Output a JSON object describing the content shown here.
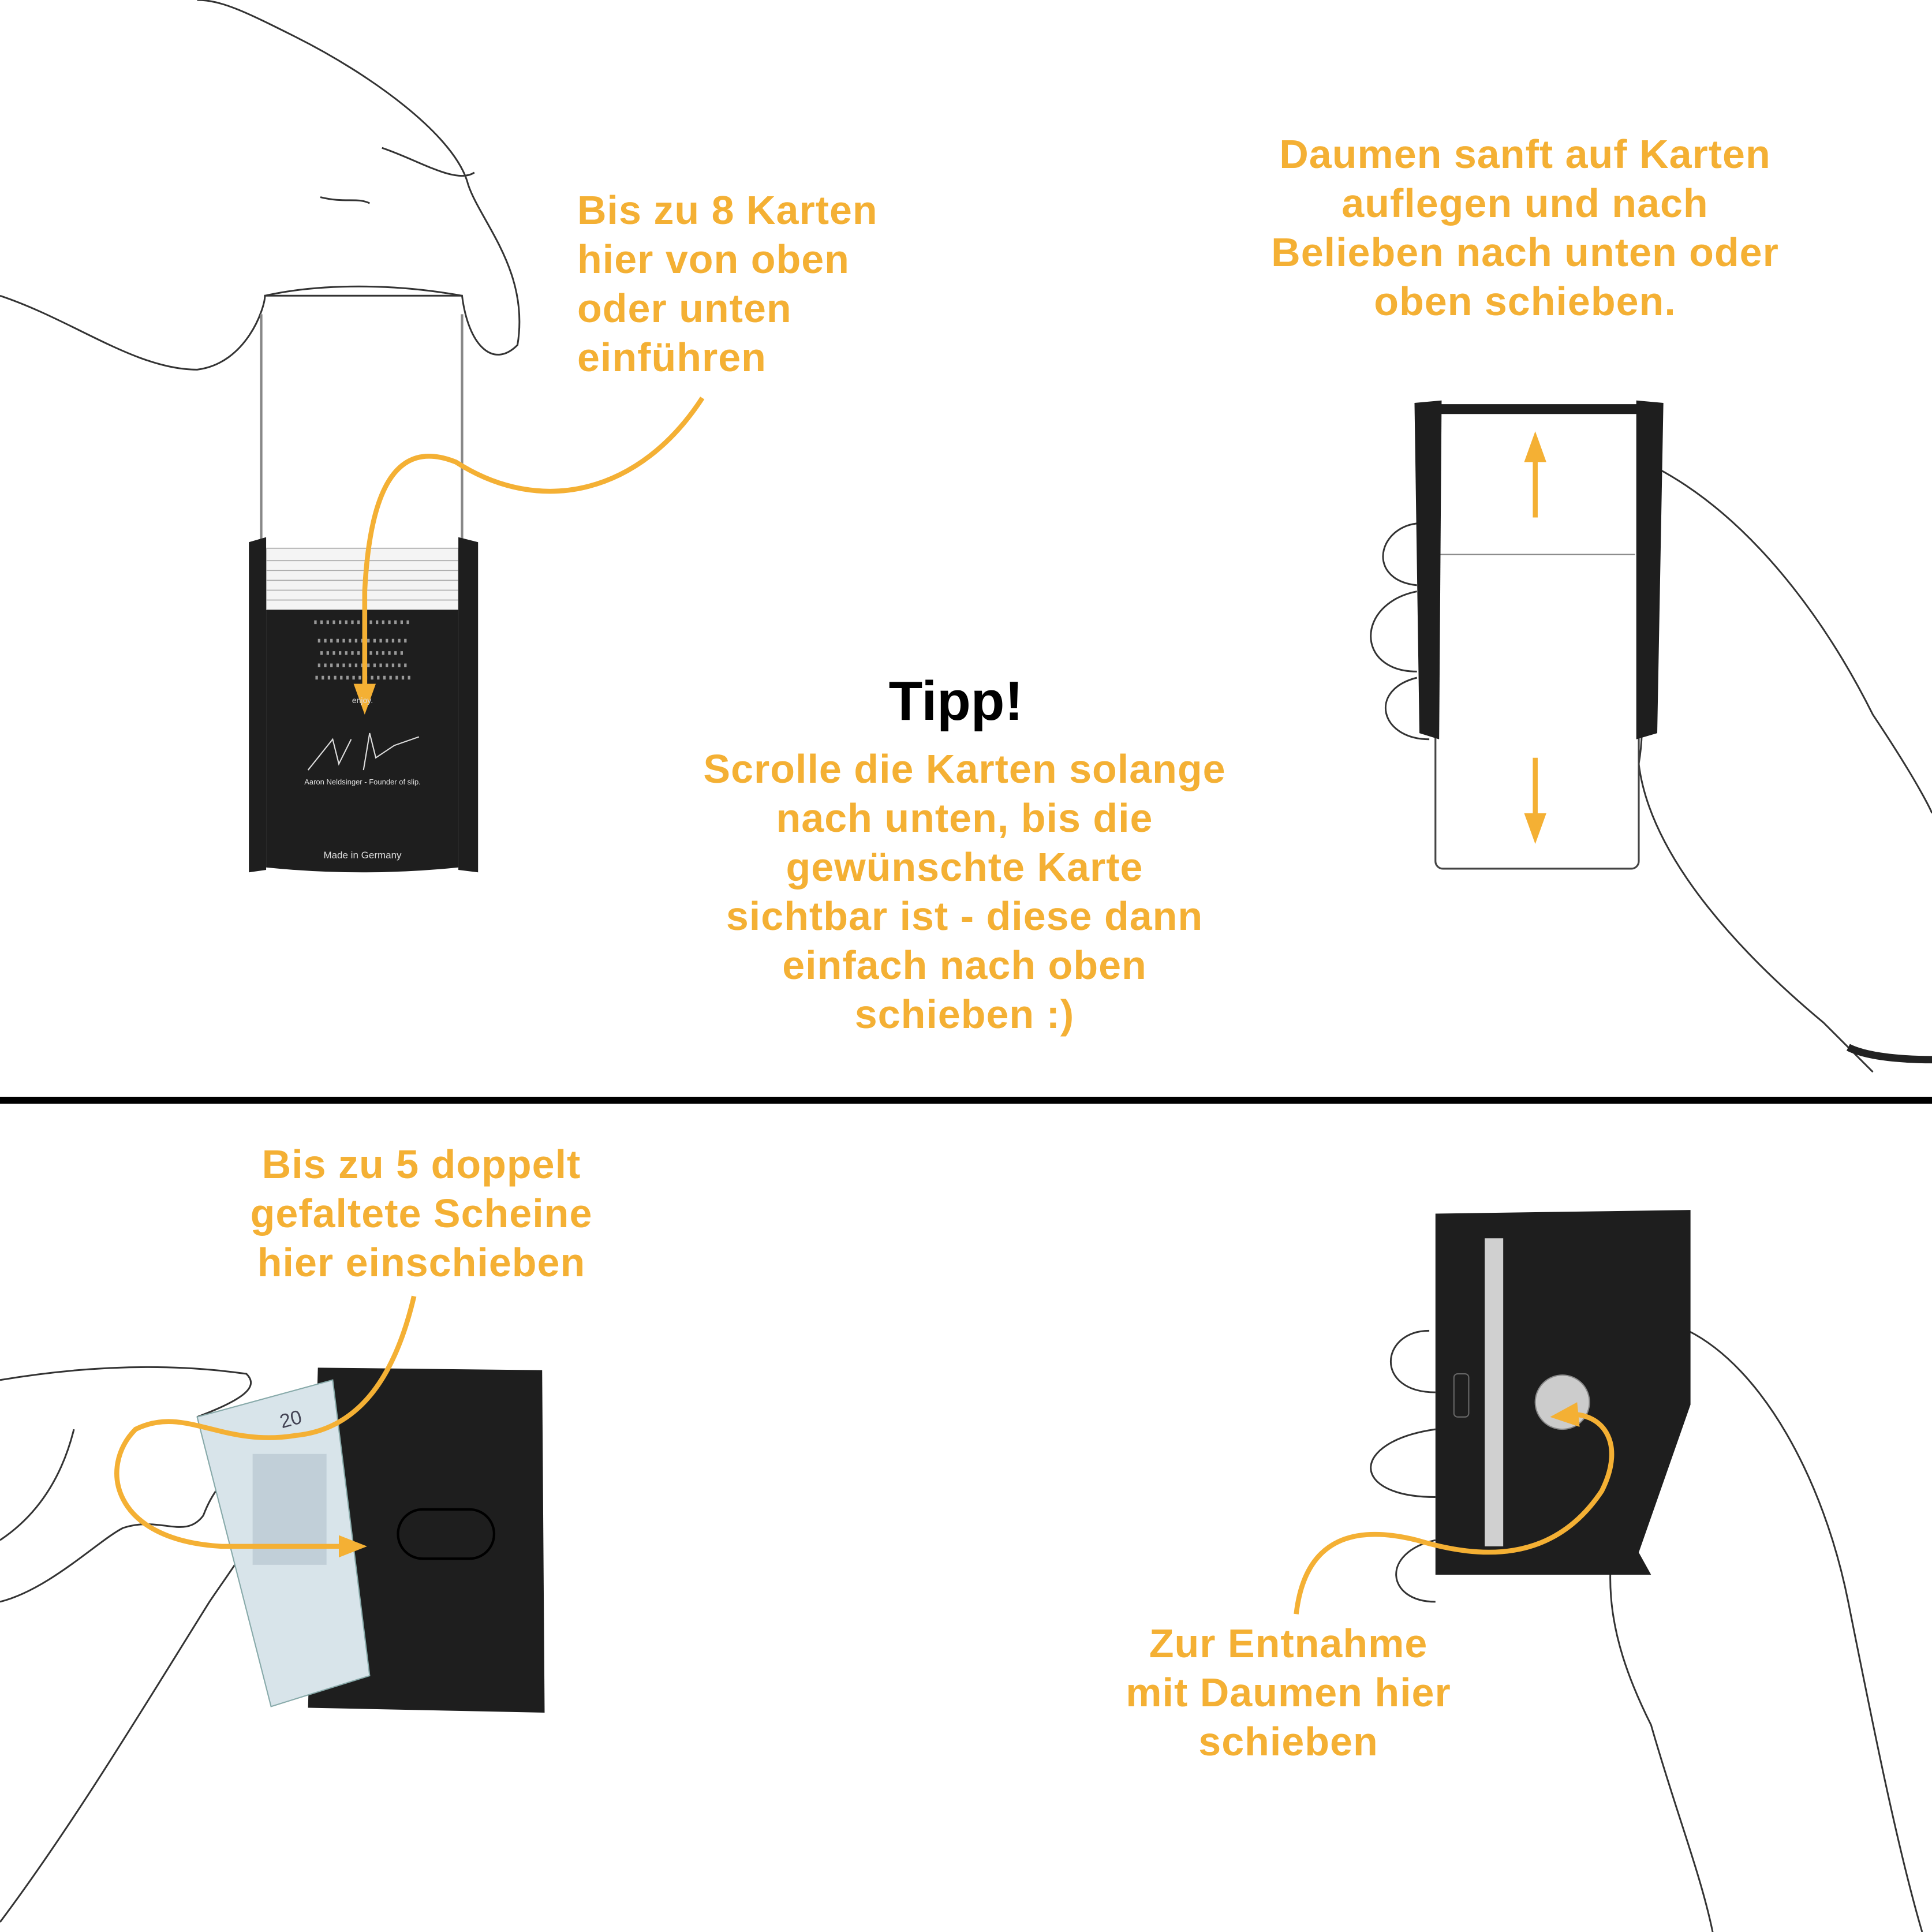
{
  "colors": {
    "accent": "#F4B034",
    "wallet": "#1e1e1e",
    "text": "#000000"
  },
  "step_cards_insert": {
    "lines": [
      "Bis zu 8 Karten",
      "hier von oben",
      "oder unten",
      "einführen"
    ]
  },
  "step_thumb_scroll": {
    "lines": [
      "Daumen sanft auf Karten",
      "auflegen und nach",
      "Belieben nach unten oder",
      "oben schieben."
    ]
  },
  "tip": {
    "title": "Tipp!",
    "lines": [
      "Scrolle die Karten solange",
      "nach unten, bis die",
      "gewünschte Karte",
      "sichtbar ist - diese dann",
      "einfach nach oben",
      "schieben :)"
    ]
  },
  "step_bills": {
    "lines": [
      "Bis zu 5 doppelt",
      "gefaltete Scheine",
      "hier einschieben"
    ]
  },
  "step_remove": {
    "lines": [
      "Zur Entnahme",
      "mit Daumen hier",
      "schieben"
    ]
  },
  "wallet_print": {
    "enjoy": "enjoy.",
    "signature_caption": "Aaron Neldsinger - Founder of slip.",
    "made_in": "Made in Germany"
  },
  "banknote": {
    "value": "20"
  }
}
